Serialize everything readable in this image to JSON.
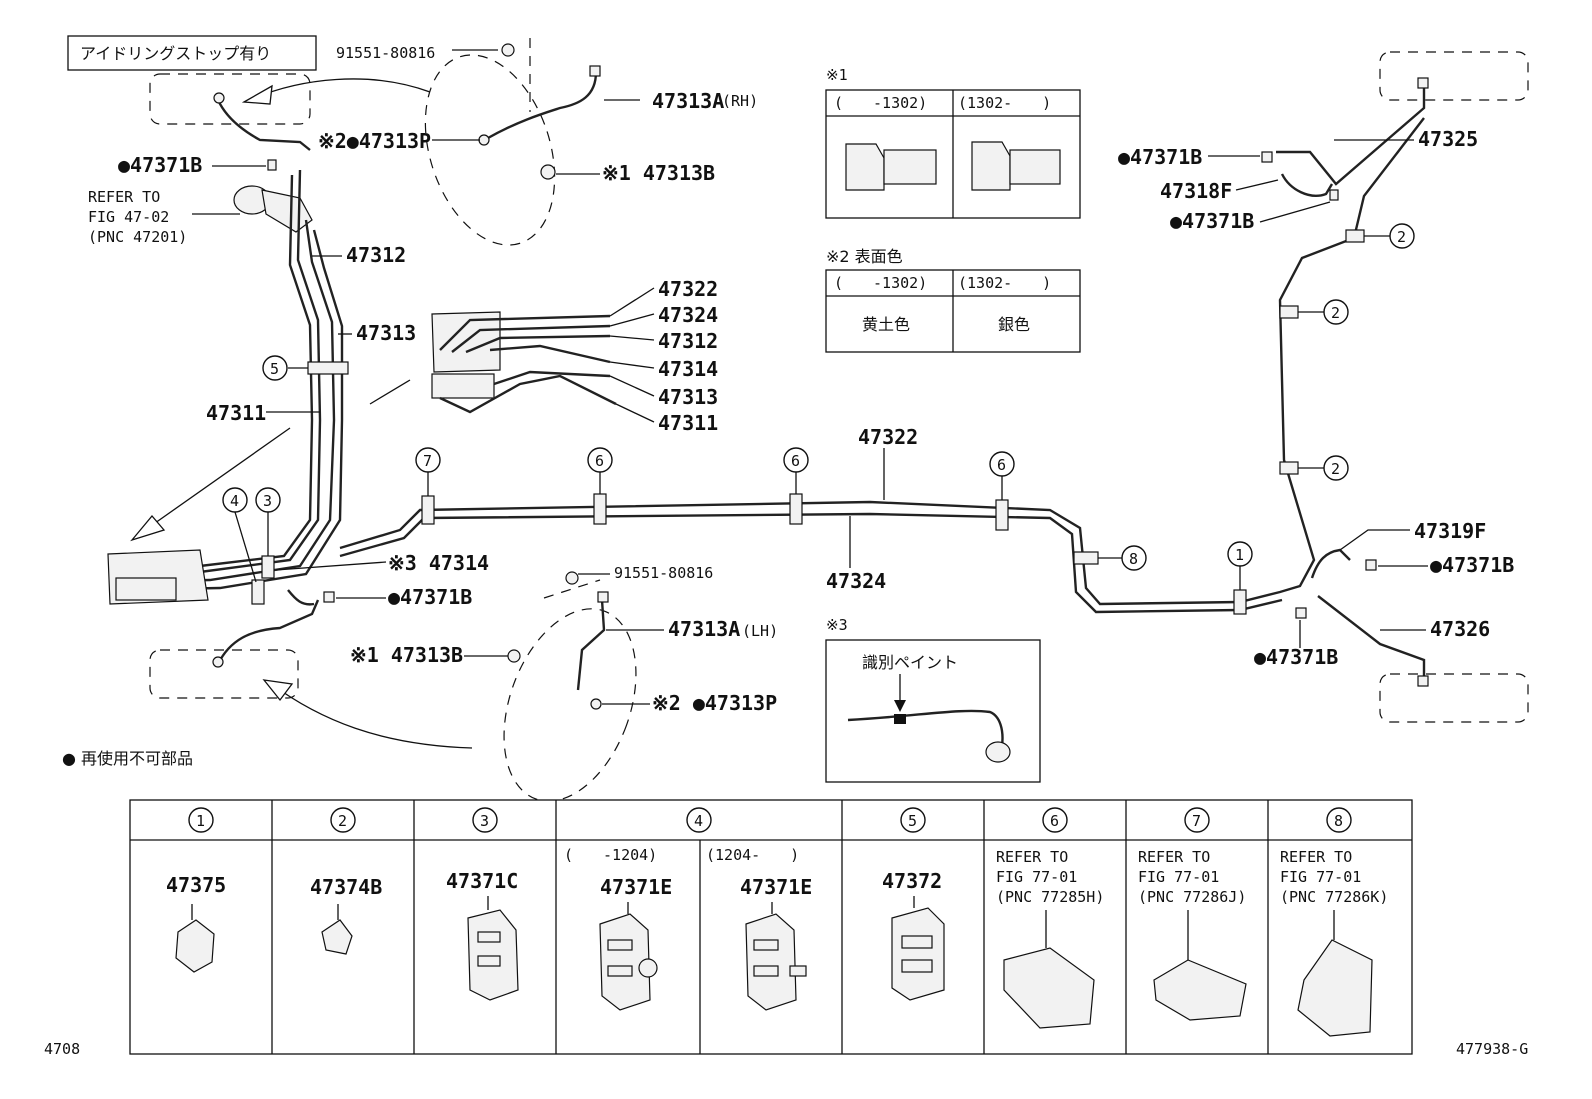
{
  "idle_stop_note": "アイドリングストップ有り",
  "callouts": {
    "p91551_top": "91551-80816",
    "p47313A_rh": "47313A",
    "rh": "(RH)",
    "p47313P_top": "※2●47313P",
    "p47313B_top": "※1 47313B",
    "p47371B_left": "●47371B",
    "refer_1": "REFER TO",
    "refer_2": "FIG 47-02",
    "refer_3": "(PNC 47201)",
    "p47312_a": "47312",
    "p47313_a": "47313",
    "p47311_a": "47311",
    "p47322_stack": "47322",
    "p47324_stack": "47324",
    "p47312_stack": "47312",
    "p47314_stack": "47314",
    "p47313_stack": "47313",
    "p47311_stack": "47311",
    "p47322_main": "47322",
    "p47324_main": "47324",
    "p47314_note": "※3 47314",
    "p47371B_low": "●47371B",
    "p91551_low": "91551-80816",
    "p47313A_lh": "47313A",
    "lh": "(LH)",
    "p47313B_low": "※1 47313B",
    "p47313P_low": "※2 ●47313P",
    "p47371B_r1": "●47371B",
    "p47325": "47325",
    "p47318F": "47318F",
    "p47371B_r2": "●47371B",
    "p47319F": "47319F",
    "p47371B_r3": "●47371B",
    "p47326": "47326",
    "p47371B_r4": "●47371B"
  },
  "circle_marks": {
    "c1": "1",
    "c2a": "2",
    "c2b": "2",
    "c2c": "2",
    "c3": "3",
    "c4": "4",
    "c5": "5",
    "c6a": "6",
    "c6b": "6",
    "c6c": "6",
    "c7": "7",
    "c8": "8"
  },
  "note1": {
    "title": "※1",
    "col1": "(　　-1302)",
    "col2": "(1302-　　)"
  },
  "note2": {
    "title": "※2 表面色",
    "col1": "(　　-1302)",
    "col2": "(1302-　　)",
    "val1": "黄土色",
    "val2": "銀色"
  },
  "note3": {
    "title": "※3",
    "label": "識別ペイント"
  },
  "legend": "● 再使用不可部品",
  "table": {
    "headers": [
      "1",
      "2",
      "3",
      "4",
      "5",
      "6",
      "7",
      "8"
    ],
    "sub_1204a": "(　　-1204)",
    "sub_1204b": "(1204-　　)",
    "parts": [
      "47375",
      "47374B",
      "47371C",
      "47371E",
      "47371E",
      "47372"
    ],
    "ref6": [
      "REFER TO",
      "FIG 77-01",
      "(PNC 77285H)"
    ],
    "ref7": [
      "REFER TO",
      "FIG 77-01",
      "(PNC 77286J)"
    ],
    "ref8": [
      "REFER TO",
      "FIG 77-01",
      "(PNC 77286K)"
    ]
  },
  "footer": {
    "left": "4708",
    "right": "477938-G"
  }
}
